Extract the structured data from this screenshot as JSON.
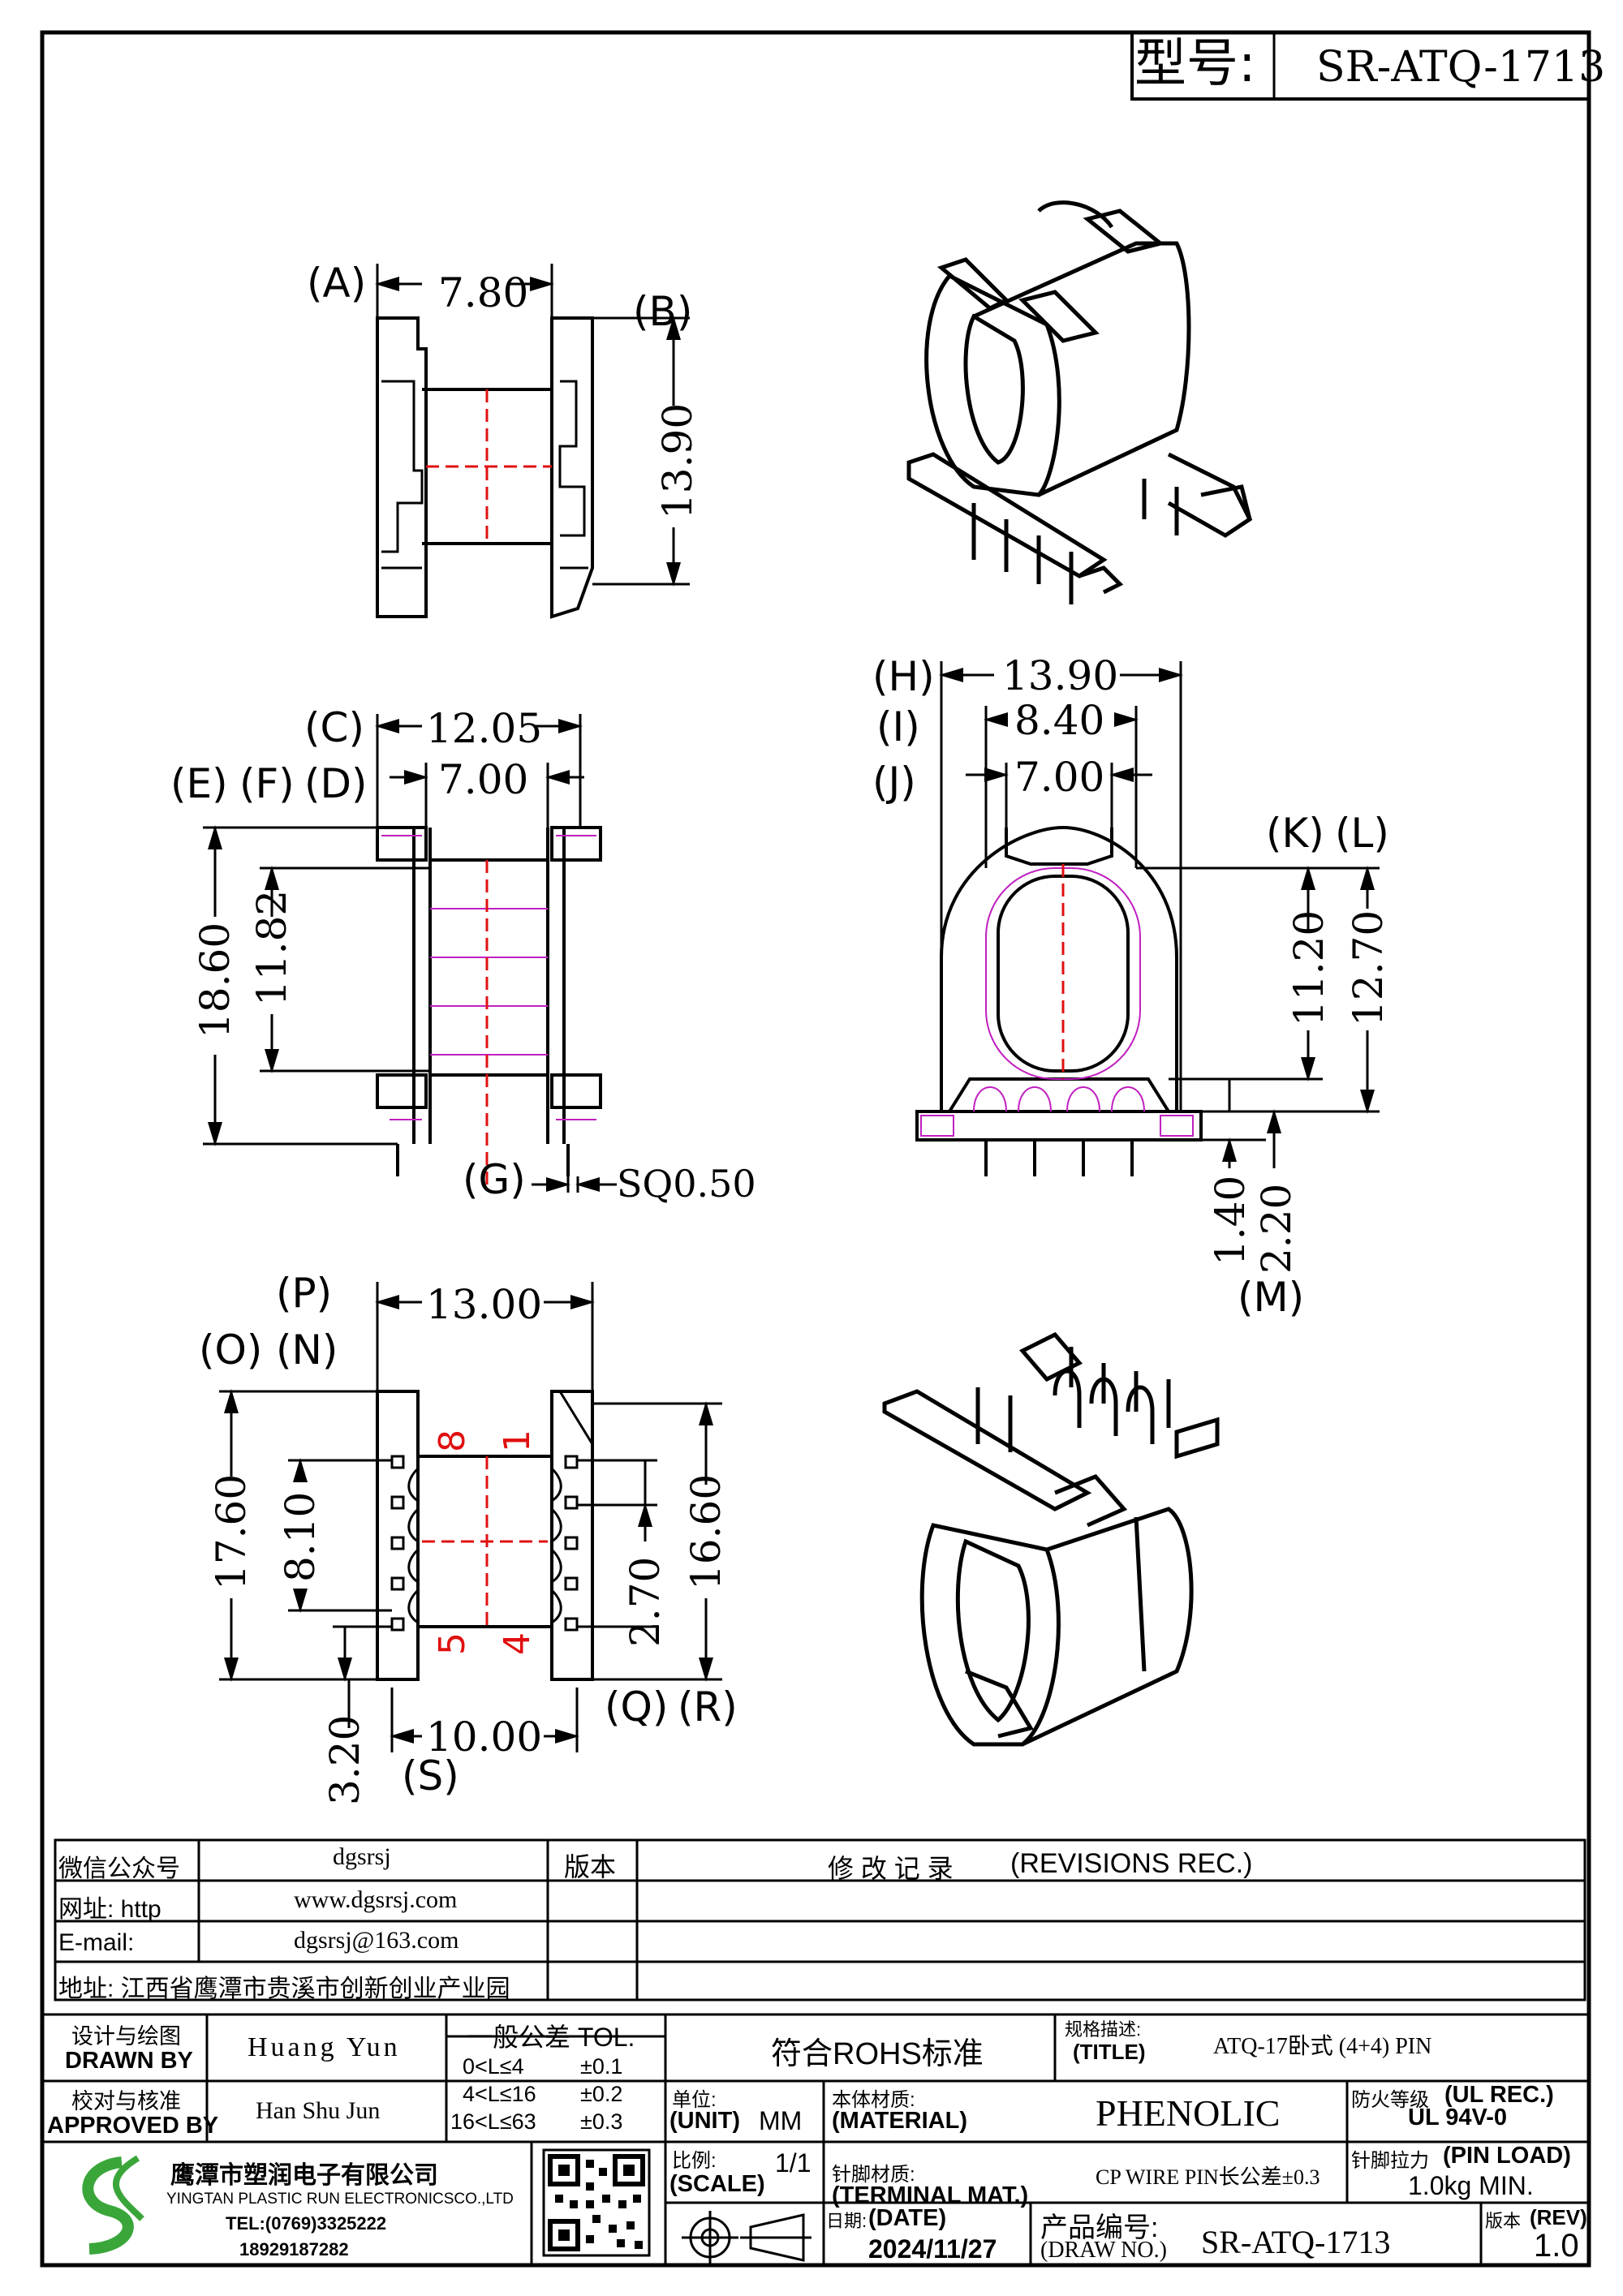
{
  "header": {
    "model_label": "型号:",
    "model_value": "SR-ATQ-1713"
  },
  "dimensions": {
    "d780": "7.80",
    "d1390a": "13.90",
    "d1205": "12.05",
    "d700a": "7.00",
    "d1860": "18.60",
    "d1182": "11.82",
    "sq050": "SQ0.50",
    "d1390b": "13.90",
    "d840": "8.40",
    "d700b": "7.00",
    "d1120": "11.20",
    "d1270": "12.70",
    "d140": "1.40",
    "d220": "2.20",
    "d1300": "13.00",
    "d1760": "17.60",
    "d810": "8.10",
    "d270": "2.70",
    "d1660": "16.60",
    "d320": "3.20",
    "d1000": "10.00"
  },
  "callouts": [
    "A",
    "B",
    "C",
    "D",
    "E",
    "F",
    "G",
    "H",
    "I",
    "J",
    "K",
    "L",
    "M",
    "N",
    "O",
    "P",
    "Q",
    "R",
    "S"
  ],
  "pins": {
    "p1": "1",
    "p4": "4",
    "p5": "5",
    "p8": "8"
  },
  "info": {
    "wechat_label": "微信公众号",
    "wechat_value": "dgsrsj",
    "web_label": "网址: http",
    "web_value": "www.dgsrsj.com",
    "email_label": "E-mail:",
    "email_value": "dgsrsj@163.com",
    "address": "地址: 江西省鹰潭市贵溪市创新创业产业园",
    "version_label": "版本",
    "revisions_cn": "修 改 记 录",
    "revisions_en": "(REVISIONS REC.)"
  },
  "titleblock": {
    "drawn_cn": "设计与绘图",
    "drawn_en": "DRAWN BY",
    "drawn_name": "Huang Yun",
    "approved_cn": "校对与核准",
    "approved_en": "APPROVED BY",
    "approved_name": "Han Shu Jun",
    "tol_title": "一般公差 TOL.",
    "tol_rows": [
      {
        "range": "0<L≤4",
        "tol": "±0.1"
      },
      {
        "range": "4<L≤16",
        "tol": "±0.2"
      },
      {
        "range": "16<L≤63",
        "tol": "±0.3"
      }
    ],
    "rohs": "符合ROHS标准",
    "title_cn": "规格描述:",
    "title_en": "(TITLE)",
    "title_value": "ATQ-17卧式 (4+4) PIN",
    "unit_cn": "单位:",
    "unit_en": "(UNIT)",
    "unit_value": "MM",
    "material_cn": "本体材质:",
    "material_en": "(MATERIAL)",
    "material_value": "PHENOLIC",
    "fire_cn": "防火等级",
    "fire_en": "(UL REC.)",
    "fire_value": "UL 94V-0",
    "scale_cn": "比例:",
    "scale_en": "(SCALE)",
    "scale_value": "1/1",
    "terminal_cn": "针脚材质:",
    "terminal_en": "(TERMINAL MAT.)",
    "terminal_value": "CP WIRE  PIN长公差±0.3",
    "pinload_cn": "针脚拉力",
    "pinload_en": "(PIN LOAD)",
    "pinload_value": "1.0kg MIN.",
    "date_cn": "日期:",
    "date_en": "(DATE)",
    "date_value": "2024/11/27",
    "drawno_cn": "产品编号:",
    "drawno_en": "(DRAW NO.)",
    "drawno_value": "SR-ATQ-1713",
    "rev_cn": "版本",
    "rev_en": "(REV)",
    "rev_value": "1.0",
    "company_cn": "鹰潭市塑润电子有限公司",
    "company_en": "YINGTAN PLASTIC RUN ELECTRONICSCO.,LTD",
    "company_tel": "TEL:(0769)3325222",
    "company_mobile": "18929187282"
  },
  "colors": {
    "line": "#000000",
    "center": "#e01010",
    "hidden": "#c020c0",
    "logo": "#3aa63a"
  }
}
